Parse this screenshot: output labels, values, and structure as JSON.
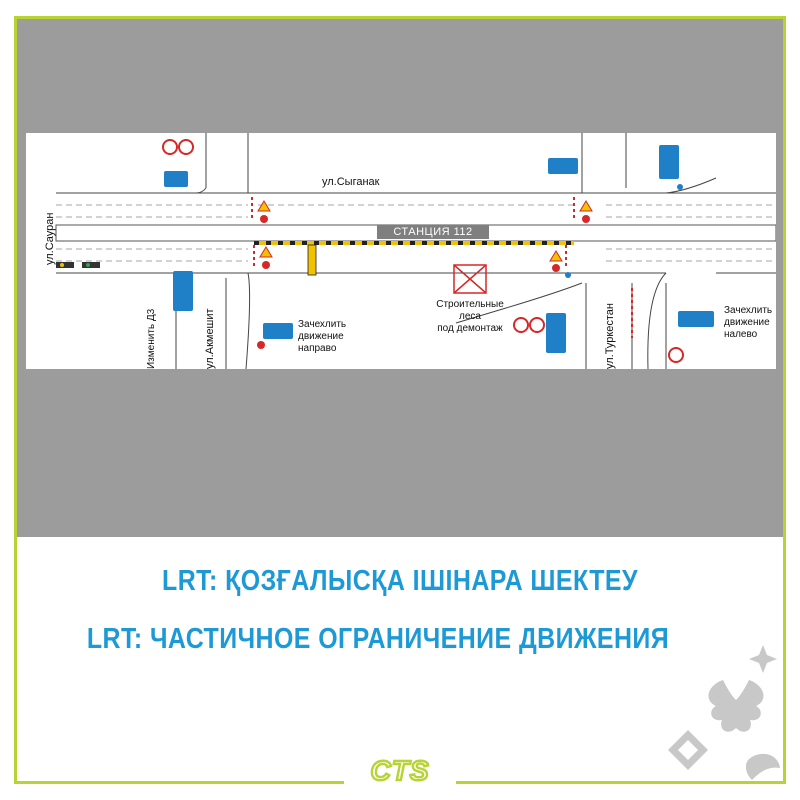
{
  "map": {
    "streets": {
      "syganak": "ул.Сыганак",
      "sauran": "ул.Сауран",
      "akmeshit": "ул.Акмешит",
      "turkestan": "ул.Туркестан"
    },
    "station_label": "СТАНЦИЯ 112",
    "notes": {
      "right_turn": "Зачехлить\nдвижение\nнаправо",
      "left_turn": "Зачехлить\nдвижение\nналево",
      "scaffolding": "Строительные\nлеса\nпод демонтаж",
      "change_sign": "Изменить Д3"
    }
  },
  "headlines": {
    "kazakh": "LRT: ҚОЗҒАЛЫСҚА ІШІНАРА ШЕКТЕУ",
    "russian": "LRT: ЧАСТИЧНОЕ ОГРАНИЧЕНИЕ ДВИЖЕНИЯ"
  },
  "logo_text": "CTS",
  "colors": {
    "frame": "#b7d334",
    "panel": "#9c9c9c",
    "headline": "#1d9ad6",
    "sign_blue": "#1f7fc7",
    "restriction_red": "#d62828",
    "barrier_yellow": "#f2c200",
    "ornament": "#c8c8c8"
  },
  "icons": [
    "no-turn-sign-icon",
    "direction-lane-sign-icon",
    "traffic-light-icon",
    "construction-warning-sign-icon",
    "scaffolding-cross-icon",
    "ornament-icon"
  ]
}
